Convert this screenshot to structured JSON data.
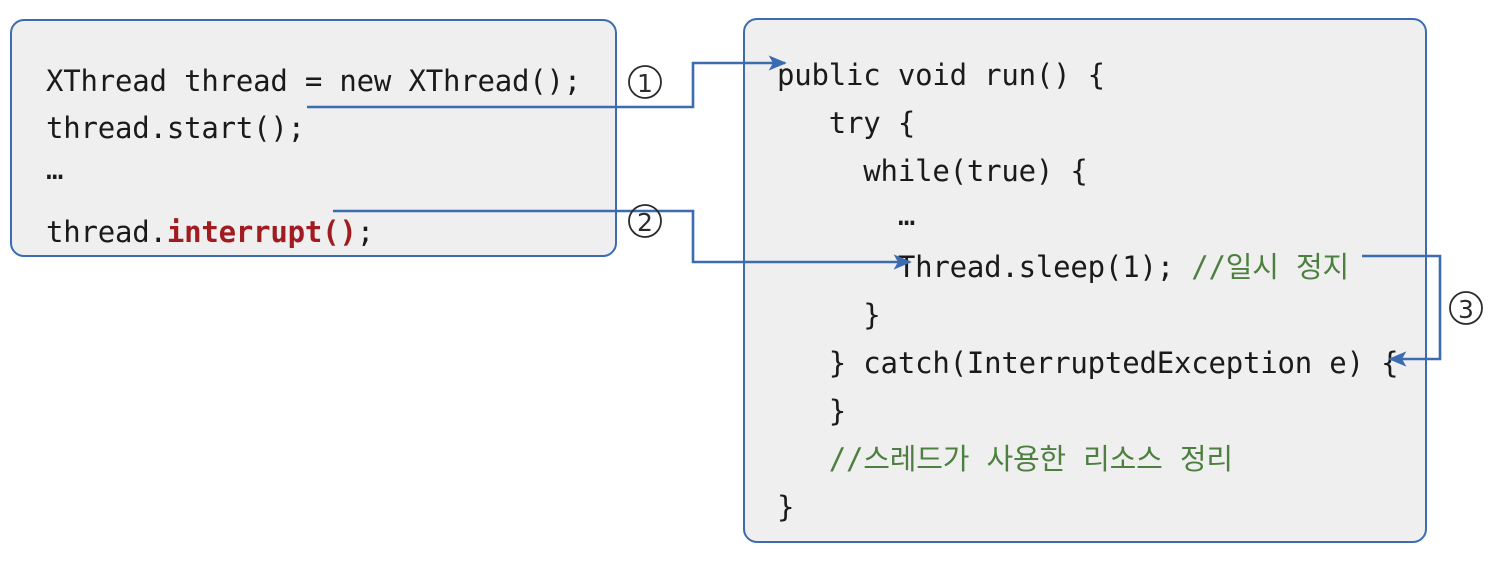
{
  "diagram": {
    "title": "Java thread interrupt flow",
    "colors": {
      "box_border": "#3b6cb0",
      "box_fill": "#efefef",
      "connector": "#3b6cb0",
      "keyword_red": "#a01c21",
      "comment_green": "#4d8040",
      "code_text": "#1a1a1a"
    }
  },
  "left_panel": {
    "name": "caller-code-block",
    "lines": [
      {
        "id": "l1",
        "text": "XThread thread = new XThread();"
      },
      {
        "id": "l2",
        "text": "thread.start();"
      },
      {
        "id": "l3",
        "text": "…"
      },
      {
        "id": "l4",
        "prefix": "thread.",
        "highlight": "interrupt()",
        "suffix": ";"
      }
    ]
  },
  "right_panel": {
    "name": "thread-run-method-block",
    "lines": [
      {
        "id": "r1",
        "text": "public void run() {"
      },
      {
        "id": "r2",
        "text": "   try {"
      },
      {
        "id": "r3",
        "text": "     while(true) {"
      },
      {
        "id": "r4",
        "text": "       …"
      },
      {
        "id": "r5",
        "code": "       Thread.sleep(1); ",
        "comment": "//일시 정지"
      },
      {
        "id": "r6",
        "text": "     }"
      },
      {
        "id": "r7",
        "text": "   } catch(InterruptedException e) {"
      },
      {
        "id": "r8",
        "text": "   }"
      },
      {
        "id": "r9",
        "comment": "   //스레드가 사용한 리소스 정리"
      },
      {
        "id": "r10",
        "text": "}"
      }
    ]
  },
  "steps": [
    {
      "id": "step1",
      "label": "①",
      "from": "thread.start();",
      "to": "public void run() {"
    },
    {
      "id": "step2",
      "label": "②",
      "from": "thread.interrupt();",
      "to": "Thread.sleep(1);"
    },
    {
      "id": "step3",
      "label": "③",
      "from": "Thread.sleep(1);",
      "to": "} catch(InterruptedException e) {"
    }
  ]
}
